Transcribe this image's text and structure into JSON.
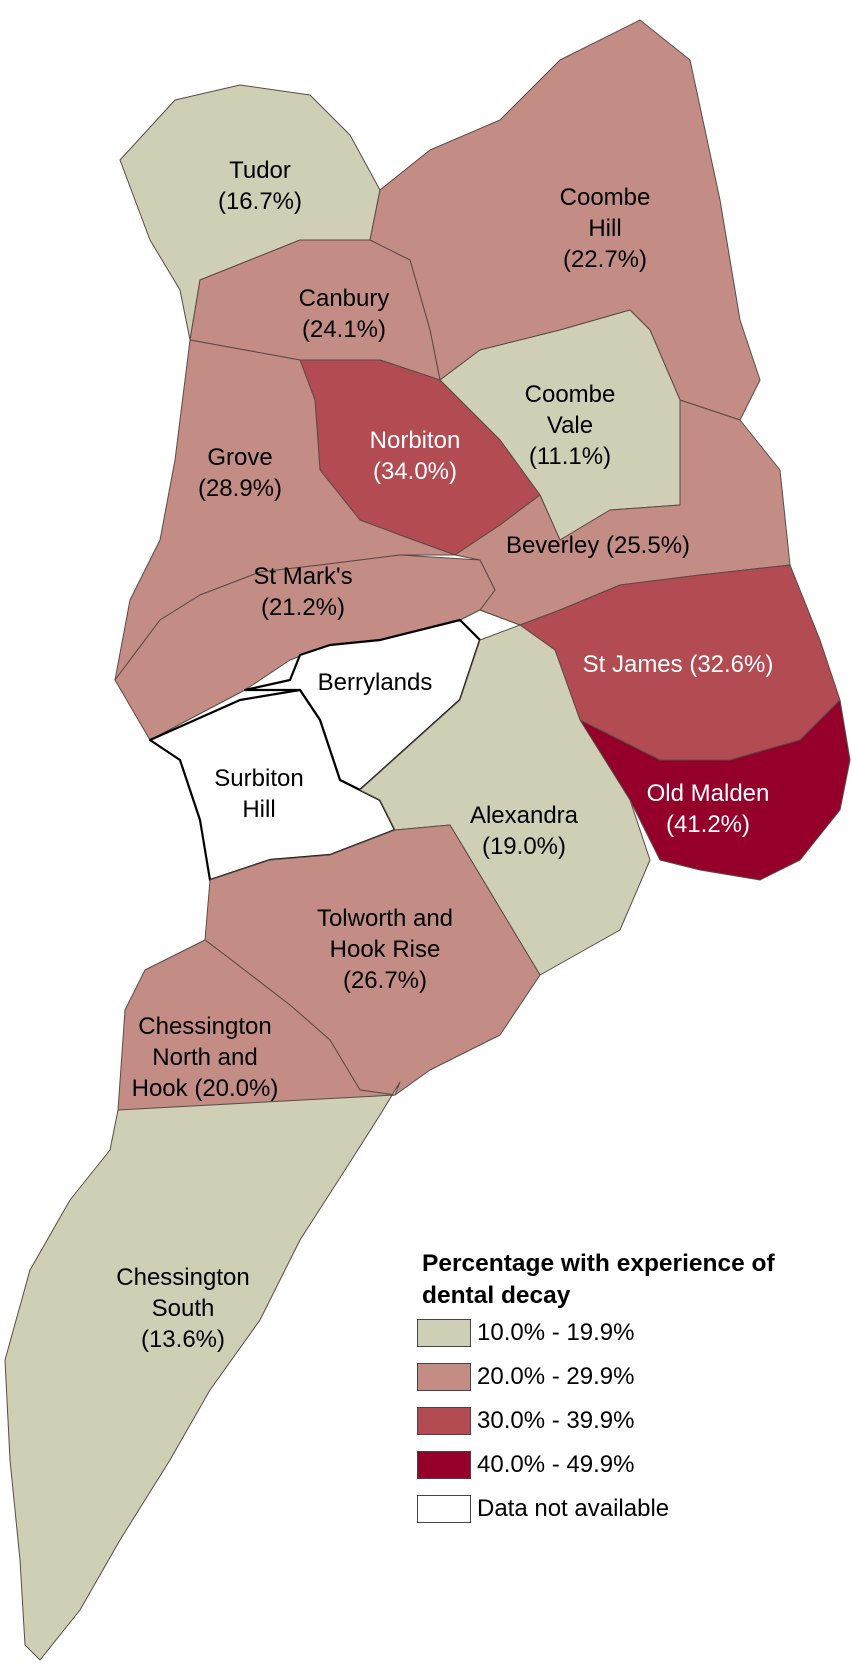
{
  "legend": {
    "title_line1": "Percentage with experience of",
    "title_line2": "dental decay",
    "classes": [
      {
        "label": "10.0% - 19.9%",
        "color": "#cfcfb6"
      },
      {
        "label": "20.0% - 29.9%",
        "color": "#c38d85"
      },
      {
        "label": "30.0% - 39.9%",
        "color": "#b24c52"
      },
      {
        "label": "40.0% - 49.9%",
        "color": "#95002b"
      },
      {
        "label": "Data not available",
        "color": "#ffffff"
      }
    ]
  },
  "wards": [
    {
      "id": "tudor",
      "label": [
        "Tudor",
        "(16.7%)"
      ],
      "value": 16.7
    },
    {
      "id": "coombe-hill",
      "label": [
        "Coombe",
        "Hill",
        "(22.7%)"
      ],
      "value": 22.7
    },
    {
      "id": "canbury",
      "label": [
        "Canbury",
        "(24.1%)"
      ],
      "value": 24.1
    },
    {
      "id": "coombe-vale",
      "label": [
        "Coombe",
        "Vale",
        "(11.1%)"
      ],
      "value": 11.1
    },
    {
      "id": "norbiton",
      "label": [
        "Norbiton",
        "(34.0%)"
      ],
      "value": 34.0
    },
    {
      "id": "grove",
      "label": [
        "Grove",
        "(28.9%)"
      ],
      "value": 28.9
    },
    {
      "id": "beverley",
      "label": [
        "Beverley (25.5%)"
      ],
      "value": 25.5
    },
    {
      "id": "st-marks",
      "label": [
        "St Mark's",
        "(21.2%)"
      ],
      "value": 21.2
    },
    {
      "id": "st-james",
      "label": [
        "St James (32.6%)"
      ],
      "value": 32.6
    },
    {
      "id": "berrylands",
      "label": [
        "Berrylands"
      ],
      "value": null
    },
    {
      "id": "surbiton-hill",
      "label": [
        "Surbiton",
        "Hill"
      ],
      "value": null
    },
    {
      "id": "old-malden",
      "label": [
        "Old Malden",
        "(41.2%)"
      ],
      "value": 41.2
    },
    {
      "id": "alexandra",
      "label": [
        "Alexandra",
        "(19.0%)"
      ],
      "value": 19.0
    },
    {
      "id": "tolworth-hook-rise",
      "label": [
        "Tolworth and",
        "Hook Rise",
        "(26.7%)"
      ],
      "value": 26.7
    },
    {
      "id": "chessington-north-hook",
      "label": [
        "Chessington",
        "North and",
        "Hook (20.0%)"
      ],
      "value": 20.0
    },
    {
      "id": "chessington-south",
      "label": [
        "Chessington",
        "South",
        "(13.6%)"
      ],
      "value": 13.6
    }
  ]
}
